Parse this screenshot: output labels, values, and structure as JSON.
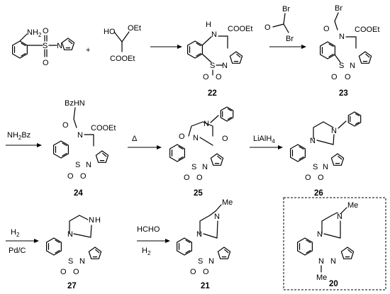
{
  "reagents": {
    "ortho_amine": "NH",
    "ortho_amine_sub": "2",
    "sulfonyl_S": "S",
    "sulfonyl_O": "O",
    "pyrrole_N": "N",
    "plus": "+",
    "glyoxylate_HO": "HO",
    "glyoxylate_OEt": "OEt",
    "glyoxylate_COOEt": "COOEt",
    "bromo_Br": "Br",
    "bromo_O": "O"
  },
  "atoms": {
    "H": "H",
    "N": "N",
    "S": "S",
    "O": "O",
    "COOEt": "COOEt",
    "Br": "Br",
    "BzHN": "BzHN",
    "Me": "Me"
  },
  "conditions": {
    "bromoacetyl_bromide_Br1": "Br",
    "bromoacetyl_bromide_Br2": "Br",
    "bromoacetyl_bromide_O": "O",
    "step3": "NH",
    "step3_sub": "2",
    "step3_tail": "Bz",
    "step4": "Δ",
    "step5": "LiAlH",
    "step5_sub": "4",
    "step6_top": "H",
    "step6_top_sub": "2",
    "step6_bottom": "Pd/C",
    "step7_top": "HCHO",
    "step7_bottom": "H",
    "step7_bottom_sub": "2"
  },
  "compounds": [
    "22",
    "23",
    "24",
    "25",
    "26",
    "27",
    "21",
    "20"
  ]
}
